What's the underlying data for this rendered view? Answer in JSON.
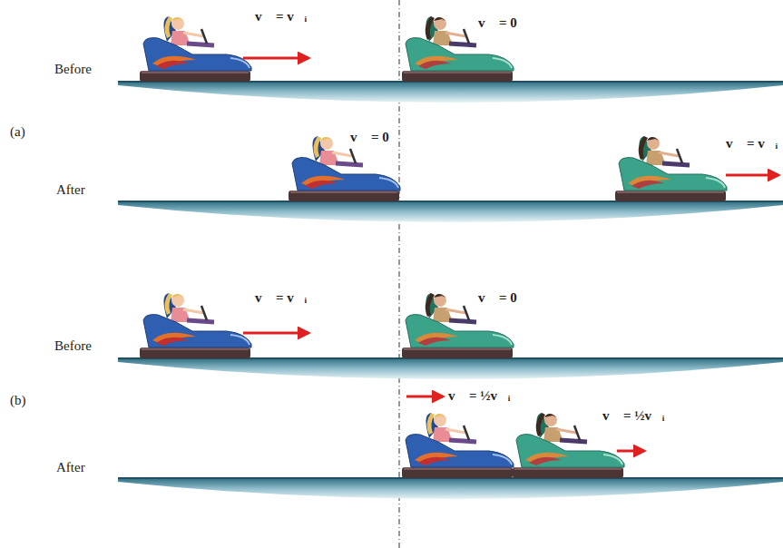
{
  "diagram": {
    "labels": [
      "Before",
      "v⃗ = v⃗ᵢ",
      "v⃗ = 0",
      "(a)",
      "After",
      "v⃗ = 0",
      "v⃗ = v⃗ᵢ",
      "Before",
      "v⃗ = v⃗ᵢ",
      "v⃗ = 0",
      "(b)",
      "After",
      "v⃗ = ½v⃗ᵢ",
      "v⃗ = ½v⃗ᵢ"
    ]
  }
}
